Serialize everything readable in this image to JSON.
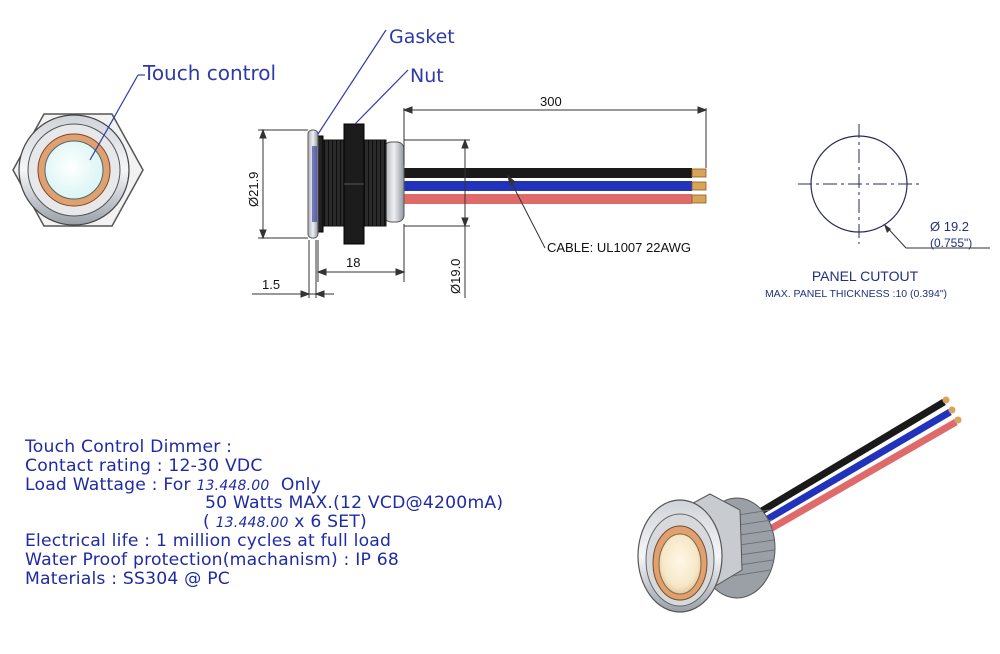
{
  "callouts": {
    "touch_control": "Touch control",
    "gasket": "Gasket",
    "nut": "Nut",
    "cable": "CABLE: UL1007 22AWG"
  },
  "dimensions": {
    "cable_length": "300",
    "head_diameter": "Ø21.9",
    "body_length": "18",
    "thread_diameter": "Ø19.0",
    "gasket_thickness": "1.5",
    "cutout_diameter": "Ø 19.2",
    "cutout_diameter_in": "(0.755\")"
  },
  "panel_cutout": {
    "title": "PANEL CUTOUT",
    "thickness": "MAX. PANEL THICKNESS :10 (0.394\")"
  },
  "spec": {
    "title": "Touch Control Dimmer :",
    "contact_rating": "Contact rating : 12-30 VDC",
    "load_prefix": "Load Wattage : For ",
    "load_value": "13.448.00",
    "load_suffix": "  Only",
    "watts_line": "50 Watts MAX.(12 VCD@4200mA)",
    "set_prefix": "( ",
    "set_value": "13.448.00",
    "set_suffix": " x 6 SET)",
    "electrical_life": "Electrical life : 1 million cycles at full load",
    "water_proof": "Water Proof protection(machanism) : IP 68",
    "materials": "Materials : SS304 @ PC"
  },
  "colors": {
    "label_blue": "#2f3aa8",
    "wire_black": "#1a1a1a",
    "wire_blue": "#2233bb",
    "wire_red": "#e06a6a",
    "ring_copper": "#e0a070",
    "lens_cyan": "#e6fafa"
  }
}
